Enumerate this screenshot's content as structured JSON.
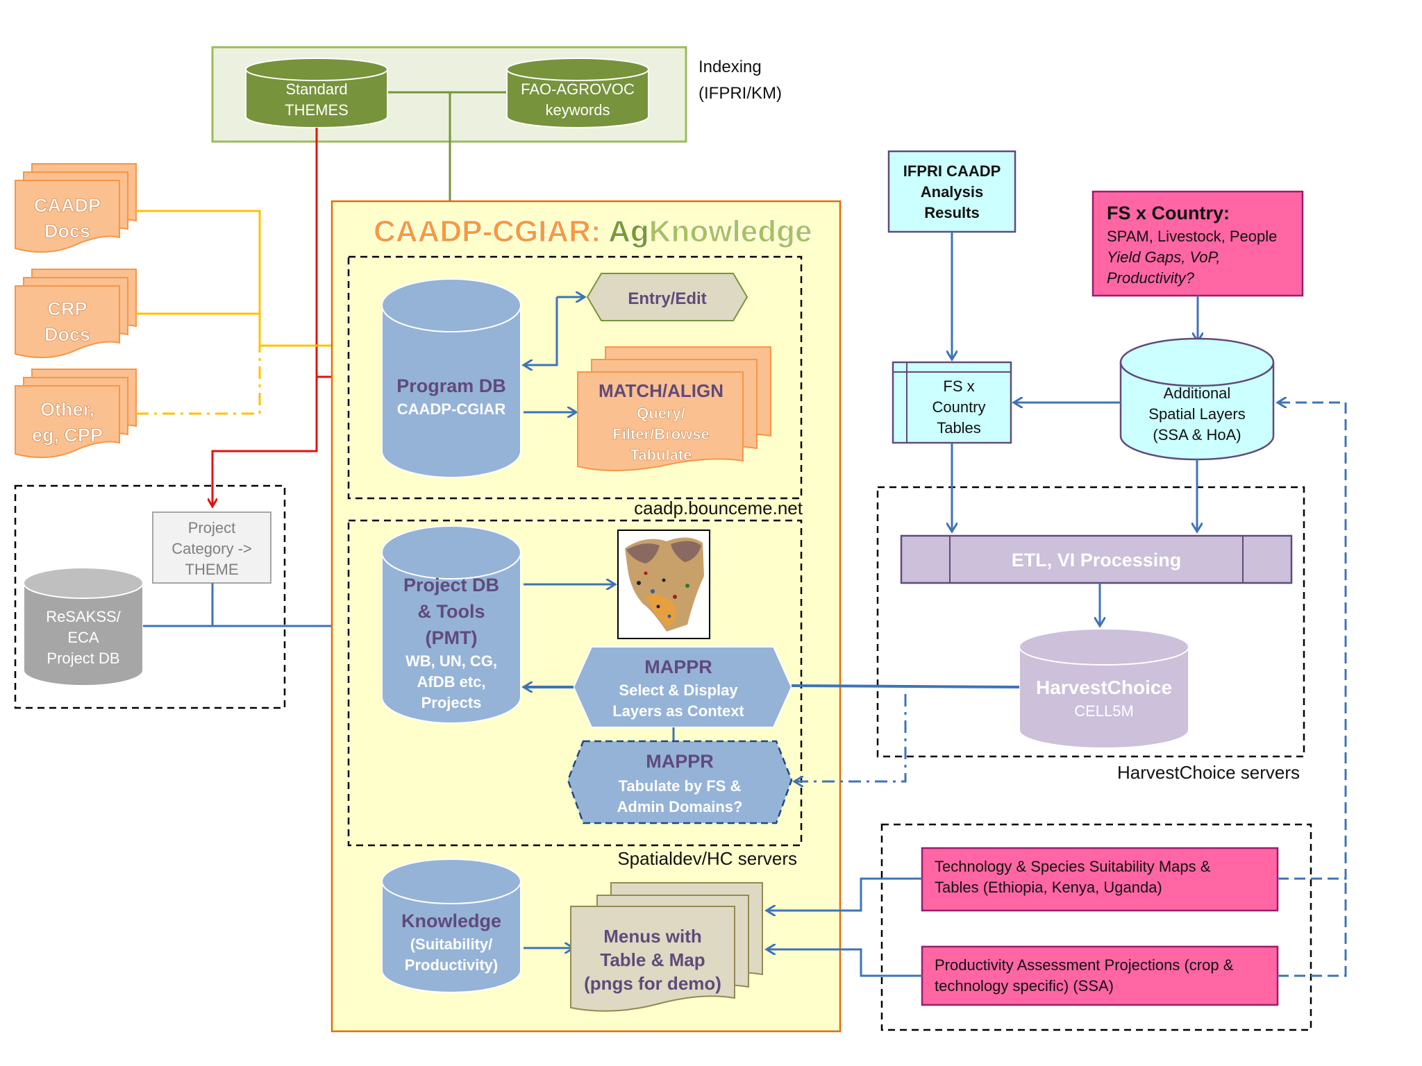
{
  "indexing": {
    "title_line1": "Indexing",
    "title_line2": "(IFPRI/KM)",
    "themes_line1": "Standard",
    "themes_line2": "THEMES",
    "agrovoc_line1": "FAO-AGROVOC",
    "agrovoc_line2": "keywords"
  },
  "sources": {
    "caadp_line1": "CAADP",
    "caadp_line2": "Docs",
    "crp_line1": "CRP",
    "crp_line2": "Docs",
    "other_line1": "Other,",
    "other_line2": "eg, CPP"
  },
  "resakss": {
    "category_line1": "Project",
    "category_line2": "Category ->",
    "category_line3": "THEME",
    "db_line1": "ReSAKSS/",
    "db_line2": "ECA",
    "db_line3": "Project DB"
  },
  "agknowledge": {
    "title_part1": "CAADP-CGIAR: ",
    "title_part2": "Ag",
    "title_part3": "Knowledge",
    "program_db_line1": "Program DB",
    "program_db_line2": "CAADP-CGIAR",
    "entry_edit": "Entry/Edit",
    "match_line1": "MATCH/ALIGN",
    "match_line2": "Query/",
    "match_line3": "Filter/Browse",
    "match_line4": "Tabulate",
    "domain1": "caadp.bounceme.net",
    "project_db_line1": "Project DB",
    "project_db_line2": "& Tools",
    "project_db_line3": "(PMT)",
    "project_db_line4": "WB, UN, CG,",
    "project_db_line5": "AfDB etc,",
    "project_db_line6": "Projects",
    "mappr1_line1": "MAPPR",
    "mappr1_line2": "Select & Display",
    "mappr1_line3": "Layers as Context",
    "mappr2_line1": "MAPPR",
    "mappr2_line2": "Tabulate by FS &",
    "mappr2_line3": "Admin Domains?",
    "domain2": "Spatialdev/HC servers",
    "knowledge_line1": "Knowledge",
    "knowledge_line2": "(Suitability/",
    "knowledge_line3": "Productivity)",
    "menus_line1": "Menus with",
    "menus_line2": "Table & Map",
    "menus_line3": "(pngs for demo)"
  },
  "right": {
    "ifpri_line1": "IFPRI CAADP",
    "ifpri_line2": "Analysis",
    "ifpri_line3": "Results",
    "fs_country_title": "FS x Country:",
    "fs_country_line2": "SPAM, Livestock, People",
    "fs_country_line3": "Yield Gaps, VoP,",
    "fs_country_line4": "Productivity?",
    "fs_tables_line1": "FS x",
    "fs_tables_line2": "Country",
    "fs_tables_line3": "Tables",
    "spatial_line1": "Additional",
    "spatial_line2": "Spatial Layers",
    "spatial_line3": "(SSA & HoA)",
    "etl": "ETL, VI Processing",
    "hc_line1": "HarvestChoice",
    "hc_line2": "CELL5M",
    "hc_servers": "HarvestChoice servers",
    "tech_line1": "Technology & Species Suitability Maps &",
    "tech_line2": "Tables (Ethiopia, Kenya, Uganda)",
    "prod_line1": "Productivity Assessment Projections (crop &",
    "prod_line2": "technology specific) (SSA)"
  },
  "colors": {
    "green_fill": "#77933c",
    "green_panel": "#ebf1de",
    "orange_fill": "#fac090",
    "orange_stroke": "#f79646",
    "blue_db": "#95b3d7",
    "blue_line": "#3d73b9",
    "yellow_panel": "#ffffcc",
    "pink": "#ff66a3",
    "cyan": "#ccffff",
    "lavender": "#ccc0da",
    "red_line": "#e3120b",
    "gold_line": "#ffc000"
  }
}
